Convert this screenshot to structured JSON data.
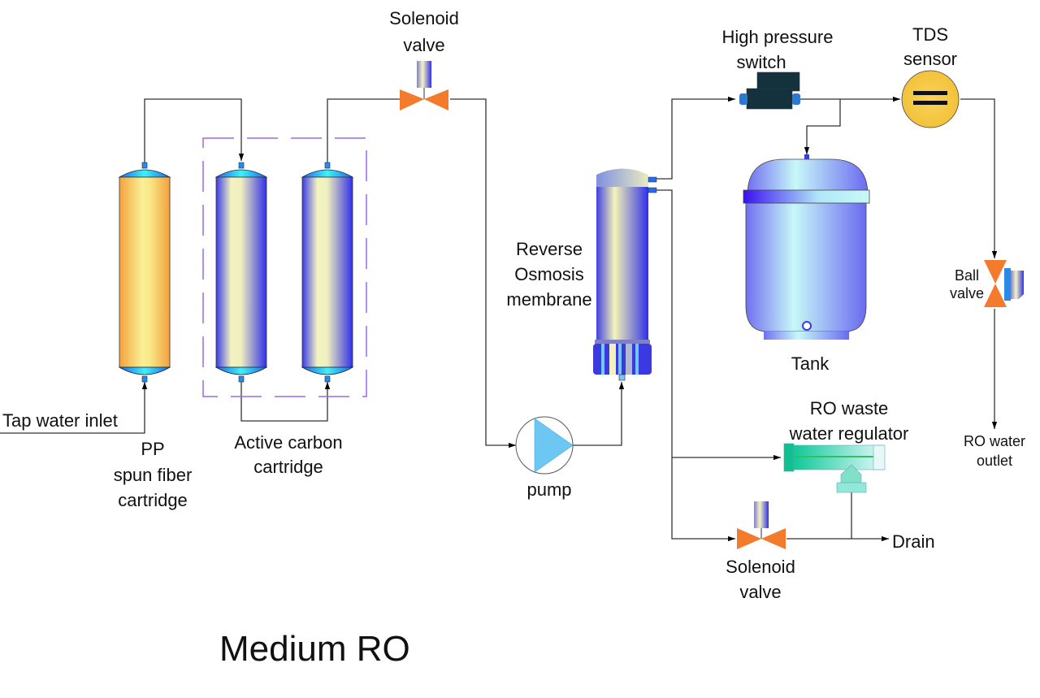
{
  "title": "Medium RO",
  "labels": {
    "solenoid_top": [
      "Solenoid",
      "valve"
    ],
    "high_pressure_switch": [
      "High pressure",
      "switch"
    ],
    "tds_sensor": [
      "TDS",
      "sensor"
    ],
    "ro_membrane": [
      "Reverse",
      "Osmosis",
      "membrane"
    ],
    "tank": "Tank",
    "ball_valve": [
      "Ball",
      "valve"
    ],
    "ro_water_outlet": [
      "RO water",
      "outlet"
    ],
    "tap_water_inlet": "Tap water inlet",
    "pp_cartridge": [
      "PP",
      "spun fiber",
      "cartridge"
    ],
    "active_carbon": [
      "Active carbon",
      "cartridge"
    ],
    "pump": "pump",
    "waste_regulator": [
      "RO waste",
      "water regulator"
    ],
    "drain": "Drain",
    "solenoid_bottom": [
      "Solenoid",
      "valve"
    ]
  },
  "colors": {
    "valve": "#f47a2c",
    "pp_cartridge": "#f6a844",
    "carbon_cartridge": "#4a4ae8",
    "tds_sensor": "#f5c842",
    "pump": "#6cc8f2",
    "regulator": "#1cc8a0",
    "dashed_box": "#9a6af0",
    "switch": "#13323e"
  }
}
